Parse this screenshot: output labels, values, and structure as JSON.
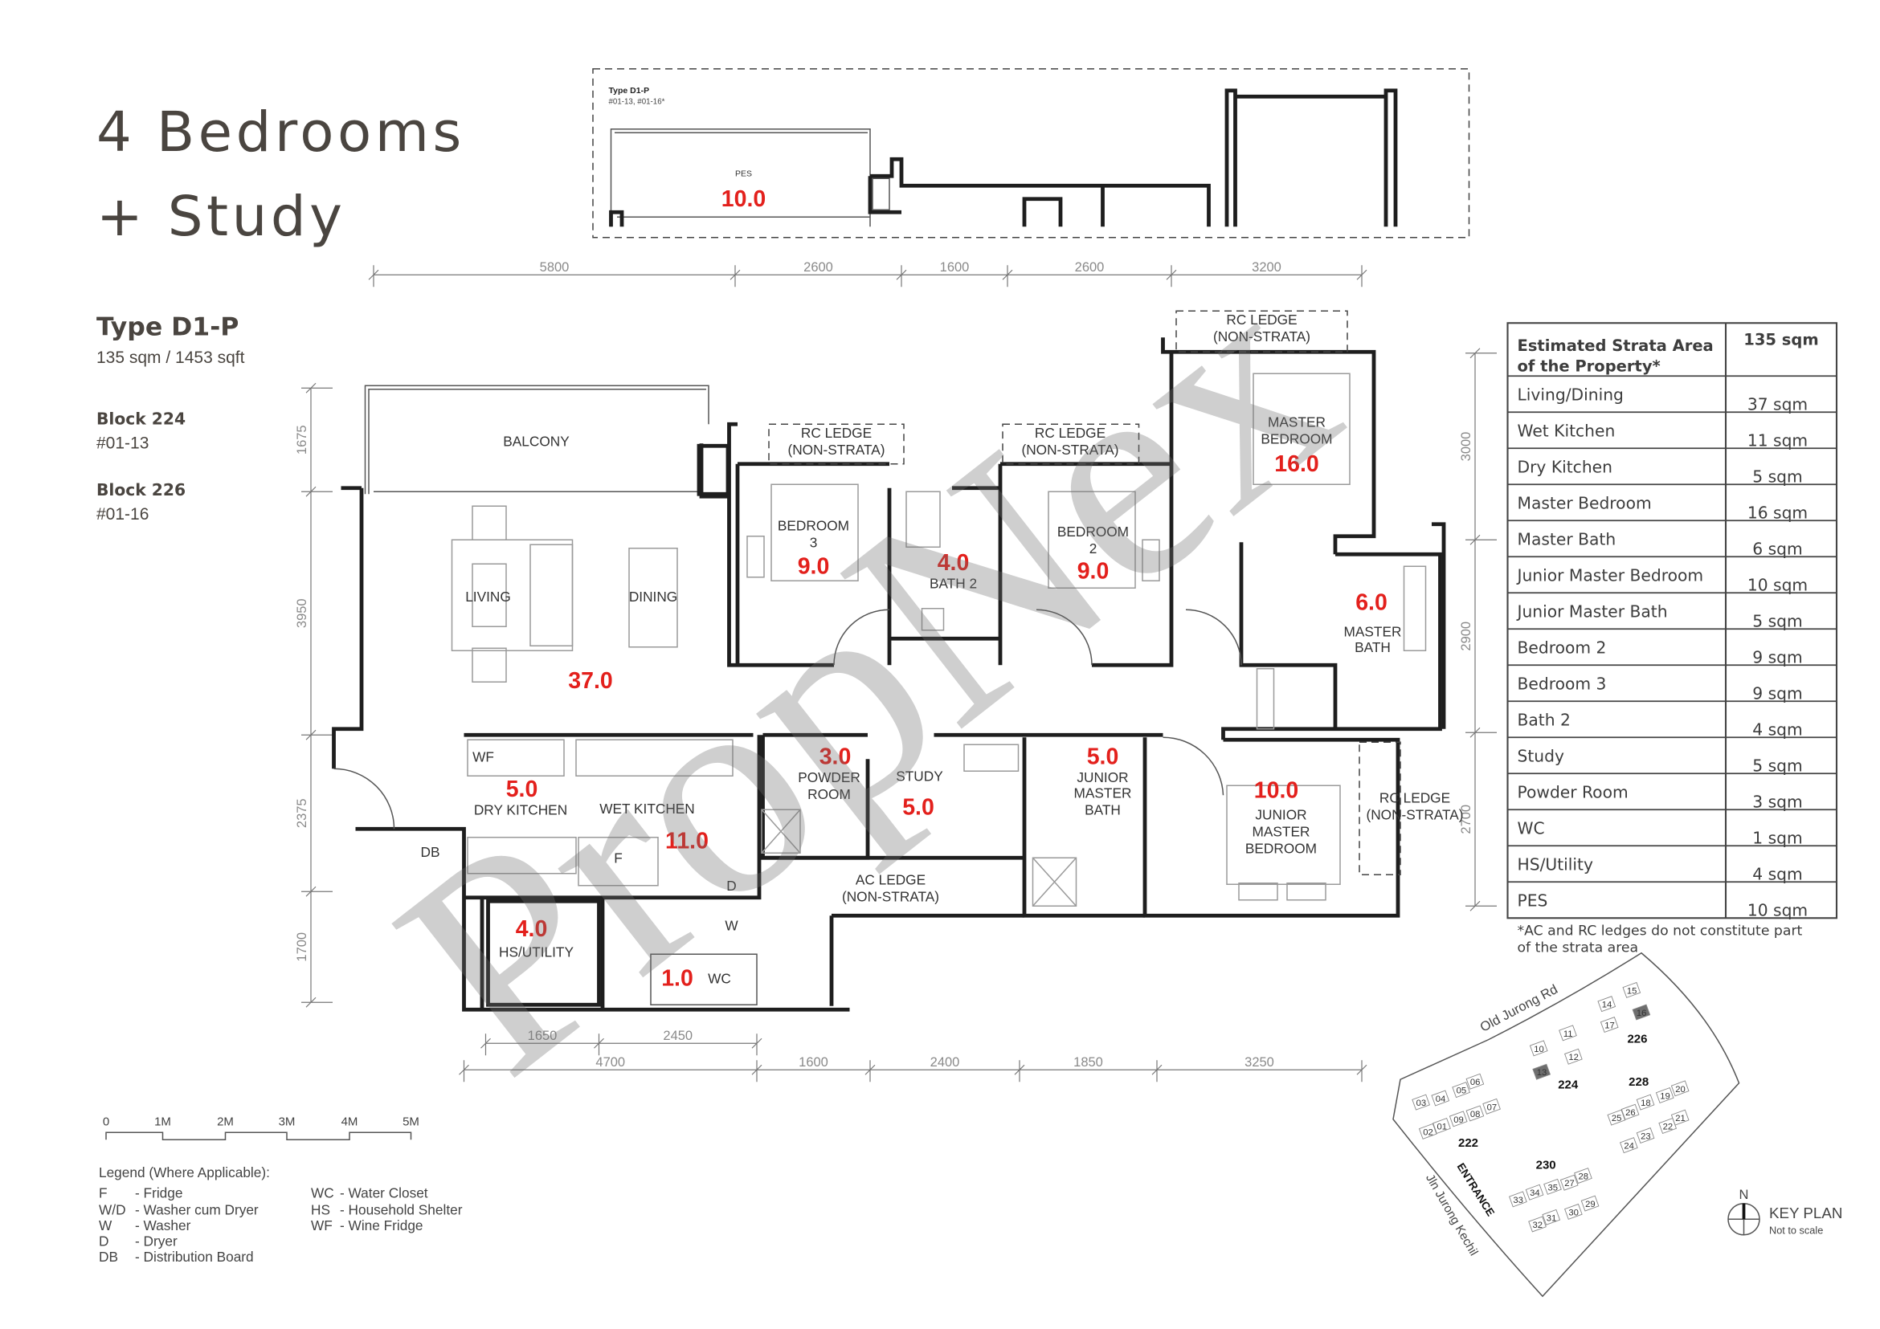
{
  "title": {
    "line1": "4 Bedrooms",
    "line2": "+ Study"
  },
  "unit": {
    "type": "Type D1-P",
    "area": "135 sqm / 1453 sqft",
    "blocks": [
      {
        "block": "Block 224",
        "unit": "#01-13"
      },
      {
        "block": "Block 226",
        "unit": "#01-16"
      }
    ]
  },
  "inset": {
    "type": "Type D1-P",
    "units": "#01-13, #01-16*",
    "pes_label": "PES",
    "pes_area": "10.0"
  },
  "dimensions": {
    "top": [
      "5800",
      "2600",
      "1600",
      "2600",
      "3200"
    ],
    "left": [
      "1675",
      "3950",
      "2375",
      "1700"
    ],
    "right": [
      "3000",
      "2900",
      "2700"
    ],
    "bottom_inner": [
      "1650",
      "2450"
    ],
    "bottom_outer": [
      "4700",
      "1600",
      "2400",
      "1850",
      "3250"
    ]
  },
  "rooms": {
    "balcony": "BALCONY",
    "living": "LIVING",
    "dining": "DINING",
    "living_area": "37.0",
    "bedroom3": [
      "BEDROOM",
      "3"
    ],
    "bedroom3_area": "9.0",
    "bath2": "BATH 2",
    "bath2_area": "4.0",
    "bedroom2": [
      "BEDROOM",
      "2"
    ],
    "bedroom2_area": "9.0",
    "master_bedroom": [
      "MASTER",
      "BEDROOM"
    ],
    "master_bedroom_area": "16.0",
    "master_bath": [
      "MASTER",
      "BATH"
    ],
    "master_bath_area": "6.0",
    "rc_ledge": [
      "RC LEDGE",
      "(NON-STRATA)"
    ],
    "ac_ledge": [
      "AC LEDGE",
      "(NON-STRATA)"
    ],
    "dry_kitchen": "DRY KITCHEN",
    "dry_kitchen_area": "5.0",
    "wet_kitchen": "WET KITCHEN",
    "wet_kitchen_area": "11.0",
    "powder_room": [
      "POWDER",
      "ROOM"
    ],
    "powder_room_area": "3.0",
    "study": "STUDY",
    "study_area": "5.0",
    "jm_bath": [
      "JUNIOR",
      "MASTER",
      "BATH"
    ],
    "jm_bath_area": "5.0",
    "jm_bedroom": [
      "JUNIOR",
      "MASTER",
      "BEDROOM"
    ],
    "jm_bedroom_area": "10.0",
    "hs_utility": "HS/UTILITY",
    "hs_utility_area": "4.0",
    "wc": "WC",
    "wc_area": "1.0",
    "appliances": {
      "wf": "WF",
      "db": "DB",
      "f": "F",
      "d": "D",
      "w": "W"
    }
  },
  "table": {
    "header_line1": "Estimated Strata Area",
    "header_line2": "of the Property*",
    "total": "135 sqm",
    "rows": [
      {
        "room": "Living/Dining",
        "area": "37 sqm"
      },
      {
        "room": "Wet Kitchen",
        "area": "11 sqm"
      },
      {
        "room": "Dry Kitchen",
        "area": "5 sqm"
      },
      {
        "room": "Master Bedroom",
        "area": "16 sqm"
      },
      {
        "room": "Master Bath",
        "area": "6 sqm"
      },
      {
        "room": "Junior Master Bedroom",
        "area": "10 sqm"
      },
      {
        "room": "Junior Master Bath",
        "area": "5 sqm"
      },
      {
        "room": "Bedroom 2",
        "area": "9 sqm"
      },
      {
        "room": "Bedroom 3",
        "area": "9 sqm"
      },
      {
        "room": "Bath 2",
        "area": "4 sqm"
      },
      {
        "room": "Study",
        "area": "5 sqm"
      },
      {
        "room": "Powder Room",
        "area": "3 sqm"
      },
      {
        "room": "WC",
        "area": "1 sqm"
      },
      {
        "room": "HS/Utility",
        "area": "4 sqm"
      },
      {
        "room": "PES",
        "area": "10 sqm"
      }
    ],
    "footnote_line1": "*AC and RC ledges do not constitute part",
    "footnote_line2": "of the strata area"
  },
  "scale_bar": [
    "0",
    "1M",
    "2M",
    "3M",
    "4M",
    "5M"
  ],
  "legend": {
    "title": "Legend (Where Applicable):",
    "items": [
      {
        "code": "F",
        "desc": "- Fridge"
      },
      {
        "code": "W/D",
        "desc": "- Washer cum Dryer"
      },
      {
        "code": "W",
        "desc": "- Washer"
      },
      {
        "code": "D",
        "desc": "- Dryer"
      },
      {
        "code": "DB",
        "desc": "- Distribution Board"
      },
      {
        "code": "WC",
        "desc": "- Water Closet"
      },
      {
        "code": "HS",
        "desc": "- Household Shelter"
      },
      {
        "code": "WF",
        "desc": "- Wine Fridge"
      }
    ]
  },
  "keyplan": {
    "title": "KEY PLAN",
    "subtitle": "Not to scale",
    "north": "N",
    "roads": {
      "top": "Old Jurong Rd",
      "left": "Jln Jurong Kechil"
    },
    "entrance": "ENTRANCE",
    "blocks": [
      "222",
      "224",
      "226",
      "228",
      "230"
    ],
    "units": [
      "01",
      "02",
      "03",
      "04",
      "05",
      "06",
      "07",
      "08",
      "09",
      "10",
      "11",
      "12",
      "13",
      "14",
      "15",
      "16",
      "17",
      "18",
      "19",
      "20",
      "21",
      "22",
      "23",
      "24",
      "25",
      "26",
      "27",
      "28",
      "29",
      "30",
      "31",
      "32",
      "33",
      "34",
      "35"
    ],
    "highlighted_units": [
      "13",
      "16"
    ]
  },
  "watermark": "PropNex",
  "colors": {
    "title": "#4a4540",
    "area_red": "#e3201c",
    "wall": "#1e1e1e",
    "highlight": "#6e6e6e"
  }
}
